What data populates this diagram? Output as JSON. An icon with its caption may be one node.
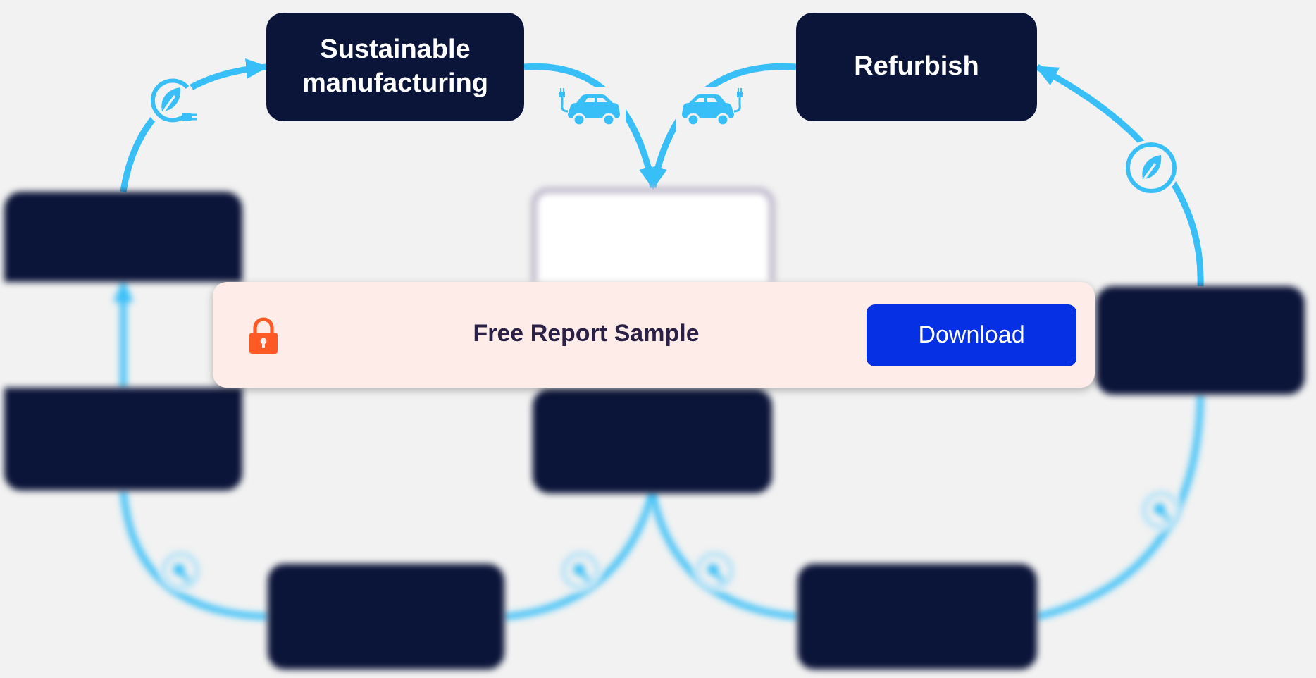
{
  "diagram": {
    "nodes": [
      {
        "text": [
          "Sustainable manufacturing"
        ]
      },
      {
        "text": [
          "Refurbish"
        ]
      },
      {
        "text": [],
        "shape": "box"
      },
      {
        "text": [],
        "shape": "box"
      },
      {
        "text": [],
        "shape": "box"
      },
      {
        "text": [],
        "shape": "box"
      },
      {
        "text": [],
        "shape": "box"
      },
      {
        "text": [],
        "shape": "box"
      },
      {
        "text": [],
        "shape": "box"
      },
      {
        "text": [
          "Free Report Sample"
        ]
      },
      {
        "text": [
          "Download"
        ],
        "in": 9
      }
    ],
    "edges": [
      {
        "from": 2,
        "to": 0,
        "arrow": "to"
      },
      {
        "from": 0,
        "to": 3,
        "arrow": "to"
      },
      {
        "from": 1,
        "to": 3,
        "arrow": "to"
      },
      {
        "from": 4,
        "to": 1,
        "arrow": "to"
      },
      {
        "from": 5,
        "to": 2,
        "arrow": "to"
      },
      {
        "from": 7,
        "to": 5,
        "arrow": "none"
      },
      {
        "from": 7,
        "to": 6,
        "arrow": "none"
      },
      {
        "from": 8,
        "to": 6,
        "arrow": "none"
      },
      {
        "from": 8,
        "to": 4,
        "arrow": "none"
      }
    ]
  }
}
